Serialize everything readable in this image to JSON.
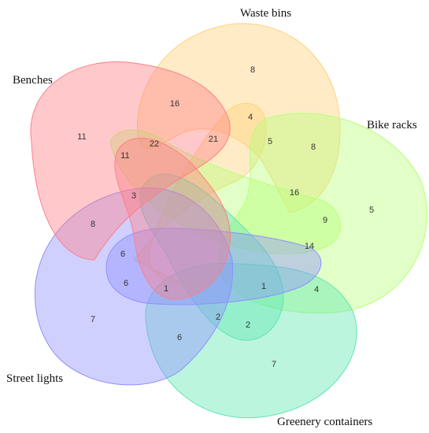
{
  "venn": {
    "sets": [
      {
        "id": "waste",
        "label": "Waste bins",
        "color": "#ffd27a"
      },
      {
        "id": "bike",
        "label": "Bike racks",
        "color": "#b8ff78"
      },
      {
        "id": "greenery",
        "label": "Greenery containers",
        "color": "#5fe6b0"
      },
      {
        "id": "lights",
        "label": "Street lights",
        "color": "#8f8fff"
      },
      {
        "id": "benches",
        "label": "Benches",
        "color": "#ff7f86"
      }
    ],
    "regions": [
      {
        "sets": [
          "waste"
        ],
        "count": "8"
      },
      {
        "sets": [
          "benches"
        ],
        "count": "11"
      },
      {
        "sets": [
          "bike"
        ],
        "count": "5"
      },
      {
        "sets": [
          "lights"
        ],
        "count": "7"
      },
      {
        "sets": [
          "greenery"
        ],
        "count": "7"
      },
      {
        "sets": [
          "benches",
          "waste"
        ],
        "count": "16"
      },
      {
        "sets": [
          "waste",
          "bike-lobe"
        ],
        "count": "4"
      },
      {
        "sets": [
          "benches",
          "waste",
          "bike-lobe"
        ],
        "count": "21"
      },
      {
        "sets": [
          "benches",
          "waste",
          "lights-lobe"
        ],
        "count": "22"
      },
      {
        "sets": [
          "benches",
          "lights-lobe"
        ],
        "count": "11"
      },
      {
        "sets": [
          "waste",
          "bike"
        ],
        "count": "8"
      },
      {
        "sets": [
          "waste",
          "bike",
          "greenery-lobe"
        ],
        "count": "5"
      },
      {
        "sets": [
          "waste",
          "bike",
          "greenery-lobe",
          "benches-lobe"
        ],
        "count": "16"
      },
      {
        "sets": [
          "bike",
          "benches-lobe"
        ],
        "count": "9"
      },
      {
        "sets": [
          "bike",
          "greenery",
          "benches-lobe"
        ],
        "count": "14"
      },
      {
        "sets": [
          "bike",
          "greenery"
        ],
        "count": "4"
      },
      {
        "sets": [
          "bike",
          "greenery",
          "waste-lobe"
        ],
        "count": "1"
      },
      {
        "sets": [
          "greenery",
          "waste-lobe"
        ],
        "count": "2"
      },
      {
        "sets": [
          "greenery",
          "lights",
          "waste-lobe"
        ],
        "count": "2"
      },
      {
        "sets": [
          "greenery",
          "lights"
        ],
        "count": "6"
      },
      {
        "sets": [
          "greenery",
          "lights",
          "bike-lobe"
        ],
        "count": "1"
      },
      {
        "sets": [
          "lights",
          "bike-lobe"
        ],
        "count": "6"
      },
      {
        "sets": [
          "lights",
          "benches",
          "bike-lobe"
        ],
        "count": "6"
      },
      {
        "sets": [
          "lights",
          "benches"
        ],
        "count": "8"
      },
      {
        "sets": [
          "lights",
          "benches",
          "waste-lobe"
        ],
        "count": "3"
      }
    ]
  }
}
